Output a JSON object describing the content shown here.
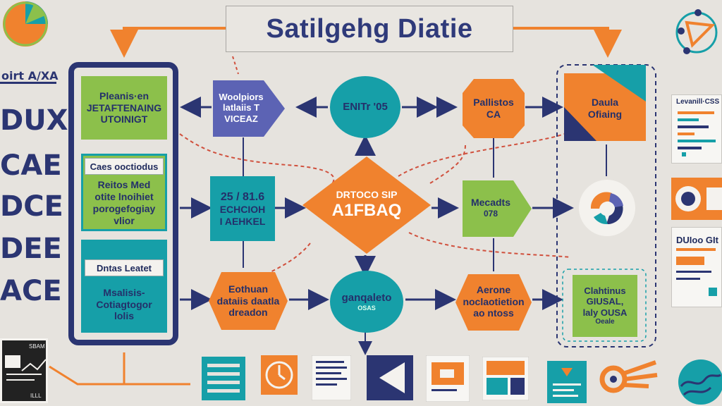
{
  "title": "Satilgehg Diatie",
  "left_labels": [
    "oirt A/XA",
    "DUX",
    "CAE",
    "DCE",
    "DEE",
    "ACE"
  ],
  "lane": {
    "card1": [
      "Pleanis·en",
      "JETAFTENAING",
      "UTOINIGT"
    ],
    "card2_tab": "Caes ooctiodus",
    "card2": [
      "Reitos Med",
      "otite lnoihiet",
      "porogefogiay",
      "vlior"
    ],
    "card3_tab": "Dntas  Leatet",
    "card3": [
      "Msalisis-",
      "Cotiagtogor",
      "lolis"
    ]
  },
  "nodes": {
    "pentagon_top": [
      "Woolpiors",
      "latlaiis T",
      "VICEAZ"
    ],
    "circle_top": "ENITr '05",
    "orange_top_small": "Pallistos",
    "orange_top_big": "CA",
    "square_top_right": [
      "Daula",
      "Ofiaing"
    ],
    "teal_mid": [
      "25 / 81.6",
      "ECHCIOH",
      "I AEHKEL"
    ],
    "diamond": [
      "DRTOCO SIP",
      "A1FBAQ"
    ],
    "green_mid": [
      "Mecadts",
      "078"
    ],
    "orange_bottom_left": [
      "Eothuan",
      "dataiis daatla",
      "dreadon"
    ],
    "circle_bottom": [
      "ganqaleto",
      "OSAS"
    ],
    "orange_bottom_right": [
      "Aerone",
      "noclaotietion",
      "ao ntoss"
    ],
    "green_bottom_right": [
      "Clahtinus",
      "GIUSAL,",
      "laly OUSA",
      "Oeale"
    ]
  },
  "right_panels": {
    "panel1_title": "Levanill·CSS",
    "panel3_title": "DUIoo GIt"
  },
  "bottom_left_card": {
    "top": "SBAM",
    "bottom": "ILLL"
  },
  "colors": {
    "navy": "#2b3572",
    "teal": "#169fa8",
    "green": "#8cc04b",
    "orange": "#f0822e",
    "purple": "#5c63b4",
    "red_dash": "#d0503d"
  }
}
